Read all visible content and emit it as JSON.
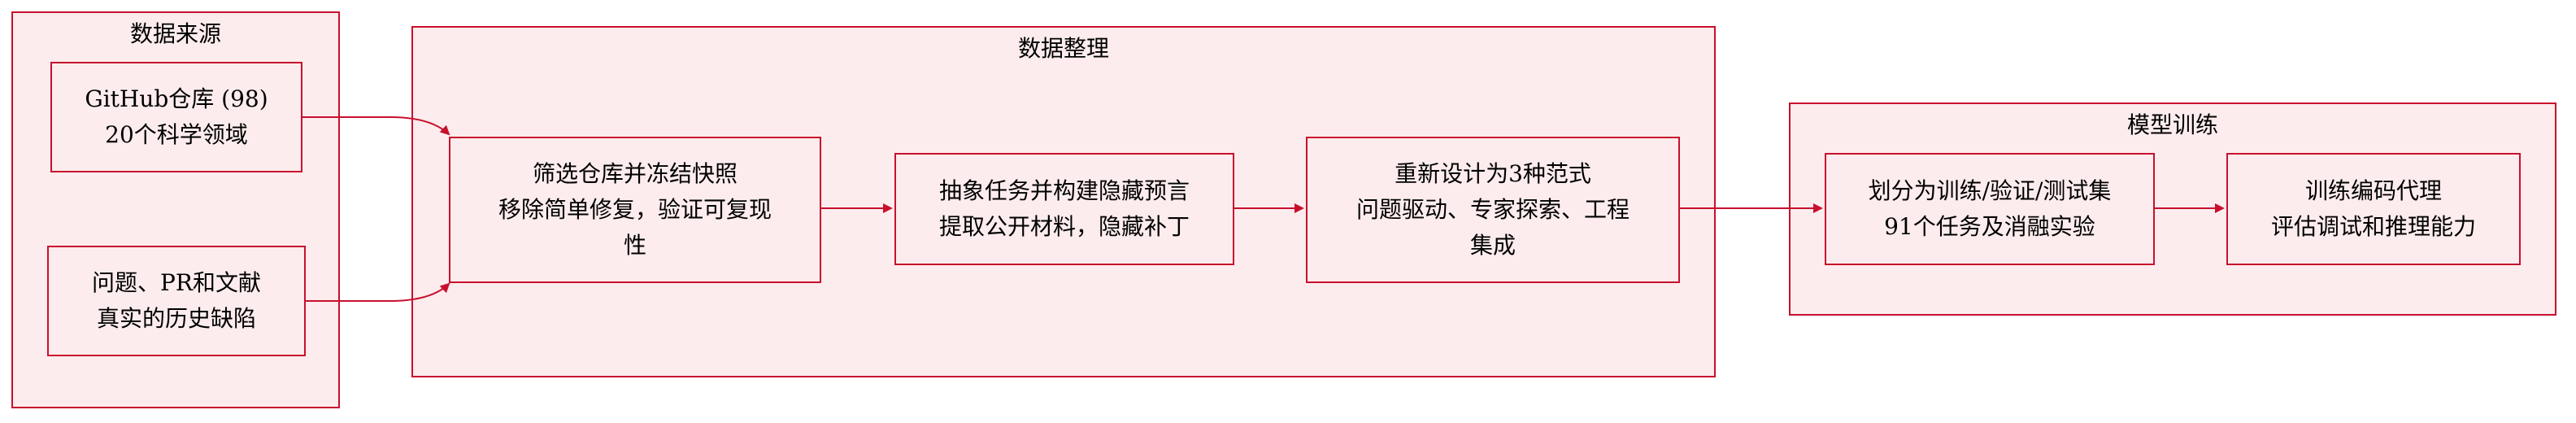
{
  "groups": {
    "source": {
      "title": "数据来源"
    },
    "curation": {
      "title": "数据整理"
    },
    "training": {
      "title": "模型训练"
    }
  },
  "nodes": {
    "github": {
      "line1": "GitHub仓库 (98)",
      "line2": "20个科学领域"
    },
    "issues": {
      "line1": "问题、PR和文献",
      "line2": "真实的历史缺陷"
    },
    "filter": {
      "line1": "筛选仓库并冻结快照",
      "line2": "移除简单修复，验证可复现",
      "line3": "性"
    },
    "abstract": {
      "line1": "抽象任务并构建隐藏预言",
      "line2": "提取公开材料，隐藏补丁"
    },
    "redesign": {
      "line1": "重新设计为3种范式",
      "line2": "问题驱动、专家探索、工程",
      "line3": "集成"
    },
    "split": {
      "line1": "划分为训练/验证/测试集",
      "line2": "91个任务及消融实验"
    },
    "train": {
      "line1": "训练编码代理",
      "line2": "评估调试和推理能力"
    }
  },
  "colors": {
    "border": "#c8102e",
    "fill": "#fceced",
    "edge": "#c8102e"
  }
}
